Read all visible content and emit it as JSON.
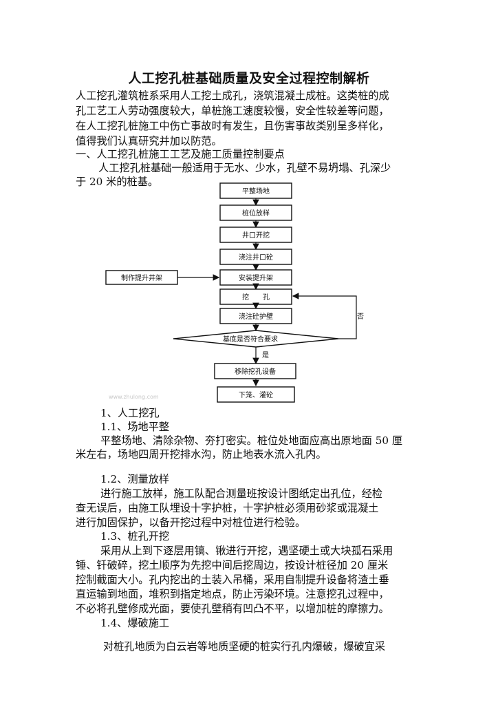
{
  "title": "人工挖孔桩基础质量及安全过程控制解析",
  "intro": [
    "人工挖孔灌筑桩系采用人工挖土成孔，浇筑混凝土成桩。这类桩的成",
    "孔工艺工人劳动强度较大，单桩施工速度较慢，安全性较差等问题，",
    "在人工挖孔桩施工中伤亡事故时有发生，且伤害事故类别呈多样化，",
    "值得我们认真研究并加以防范。"
  ],
  "section1_heading": "一、人工挖孔桩施工工艺及施工质量控制要点",
  "section1_para": [
    "人工挖孔桩基础一般适用于无水、少水，孔壁不易坍塌、孔深少",
    "于 20 米的桩基。"
  ],
  "flowchart": {
    "steps": [
      "平整场地",
      "桩位放样",
      "井口开挖",
      "浇注井口砼",
      "安装提升架",
      "挖　　孔",
      "浇注砼护壁"
    ],
    "side_box": "制作提升井架",
    "decision": "基底是否符合要求",
    "yes_label": "是",
    "no_label": "否",
    "after_steps": [
      "移除挖孔设备",
      "下笼、灌砼"
    ],
    "watermark": "www.zhulong.com"
  },
  "sub1_heading": "1、人工挖孔",
  "h_1_1": "1.1、场地平整",
  "p_1_1": [
    "平整场地、清除杂物、夯打密实。桩位处地面应高出原地面 50 厘",
    "米左右，场地四周开挖排水沟，防止地表水流入孔内。"
  ],
  "h_1_2": "1.2、测量放样",
  "p_1_2": [
    "进行施工放样，施工队配合测量班按设计图纸定出孔位，经检",
    "查无误后，由施工队埋设十字护桩，十字护桩必须用砂浆或混凝土",
    "进行加固保护，以备开挖过程中对桩位进行检验。"
  ],
  "h_1_3": "1.3、桩孔开挖",
  "p_1_3": [
    "采用从上到下逐层用镐、锹进行开挖，遇坚硬土或大块孤石采用",
    "锤、钎破碎，挖土顺序为先挖中间后挖周边，按设计桩径加 20 厘米",
    "控制截面大小。孔内挖出的土装入吊桶，采用自制提升设备将渣土垂",
    "直运输到地面，堆积到指定地点，防止污染环境。注意挖孔过程中，",
    "不必将孔壁修成光面，要使孔壁稍有凹凸不平，以增加桩的摩擦力。"
  ],
  "h_1_4": "1.4、爆破施工",
  "p_1_4": [
    "对桩孔地质为白云岩等地质坚硬的桩实行孔内爆破，爆破宜采"
  ]
}
